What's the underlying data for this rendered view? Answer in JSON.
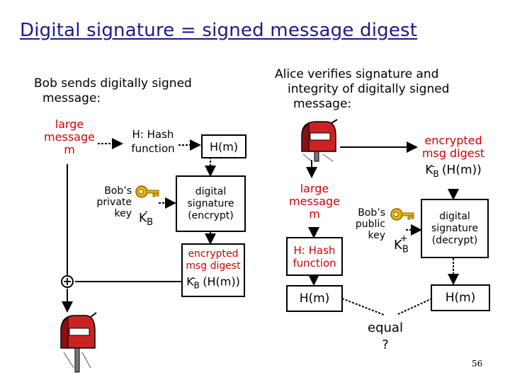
{
  "title": "Digital signature = signed message digest",
  "left": {
    "heading_line1": "Bob sends digitally signed",
    "heading_line2": "message:",
    "message_line1": "large",
    "message_line2": "message",
    "message_line3": "m",
    "hash_line1": "H: Hash",
    "hash_line2": "function",
    "hm": "H(m)",
    "key_line1": "Bob’s",
    "key_line2": "private",
    "key_line3": "key",
    "key_symbol": "K",
    "key_sub": "B",
    "key_sup": "-",
    "sig_line1": "digital",
    "sig_line2": "signature",
    "sig_line3": "(encrypt)",
    "enc_line1": "encrypted",
    "enc_line2": "msg digest",
    "enc_k": "K",
    "enc_sub": "B",
    "enc_sup": "-",
    "enc_func": "(H(m))",
    "plus": "+"
  },
  "right": {
    "heading_line1": "Alice verifies signature and",
    "heading_line2": "integrity of digitally signed",
    "heading_line3": "message:",
    "enc_line1": "encrypted",
    "enc_line2": "msg digest",
    "enc_k": "K",
    "enc_sub": "B",
    "enc_sup": "-",
    "enc_func": "(H(m))",
    "message_line1": "large",
    "message_line2": "message",
    "message_line3": "m",
    "key_line1": "Bob’s",
    "key_line2": "public",
    "key_line3": "key",
    "key_symbol": "K",
    "key_sub": "B",
    "key_sup": "+",
    "sig_line1": "digital",
    "sig_line2": "signature",
    "sig_line3": "(decrypt)",
    "hash_line1": "H: Hash",
    "hash_line2": "function",
    "hm_left": "H(m)",
    "hm_right": "H(m)",
    "equal_line1": "equal",
    "equal_line2": "?"
  },
  "page_number": "56",
  "colors": {
    "title": "#1a1a8c",
    "red": "#d40000",
    "key": "#e8b400",
    "mailbox": "#cc2222"
  },
  "icons": [
    "key-icon",
    "mailbox-icon",
    "plus-icon",
    "arrow-icon"
  ]
}
